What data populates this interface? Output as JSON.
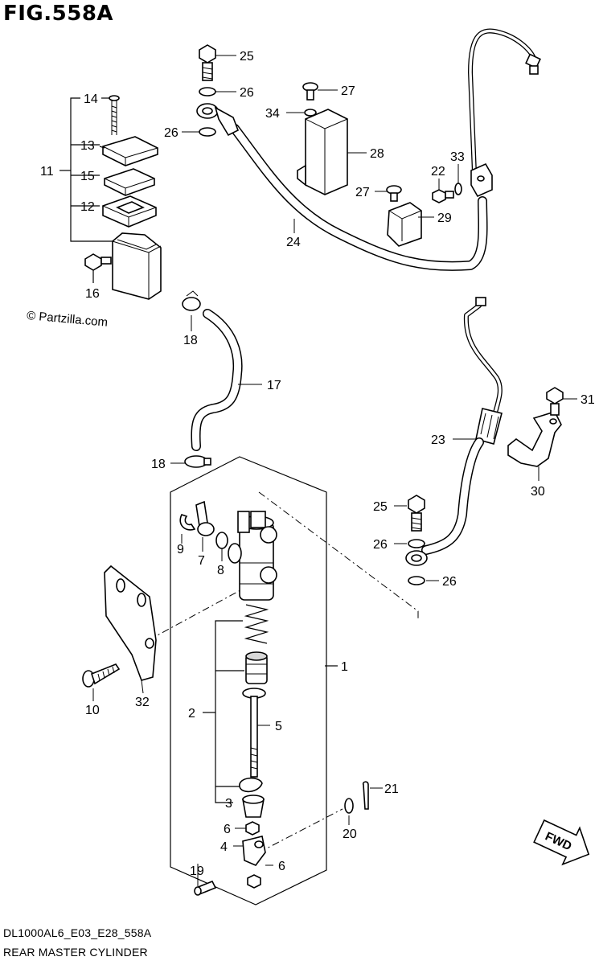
{
  "figure": {
    "title": "FIG.558A",
    "watermark": "© Partzilla.com",
    "diagram_code": "DL1000AL6_E03_E28_558A",
    "diagram_name": "REAR MASTER CYLINDER",
    "fwd_label": "FWD"
  },
  "callouts": {
    "c1": "1",
    "c2": "2",
    "c3": "3",
    "c4": "4",
    "c5": "5",
    "c6a": "6",
    "c6b": "6",
    "c7": "7",
    "c8": "8",
    "c9": "9",
    "c10": "10",
    "c11": "11",
    "c12": "12",
    "c13": "13",
    "c14": "14",
    "c15": "15",
    "c16": "16",
    "c17": "17",
    "c18a": "18",
    "c18b": "18",
    "c19": "19",
    "c20": "20",
    "c21": "21",
    "c22": "22",
    "c23": "23",
    "c24": "24",
    "c25a": "25",
    "c25b": "25",
    "c26a": "26",
    "c26b": "26",
    "c26c": "26",
    "c26d": "26",
    "c27a": "27",
    "c27b": "27",
    "c28": "28",
    "c29": "29",
    "c30": "30",
    "c31": "31",
    "c32": "32",
    "c33": "33",
    "c34": "34"
  }
}
